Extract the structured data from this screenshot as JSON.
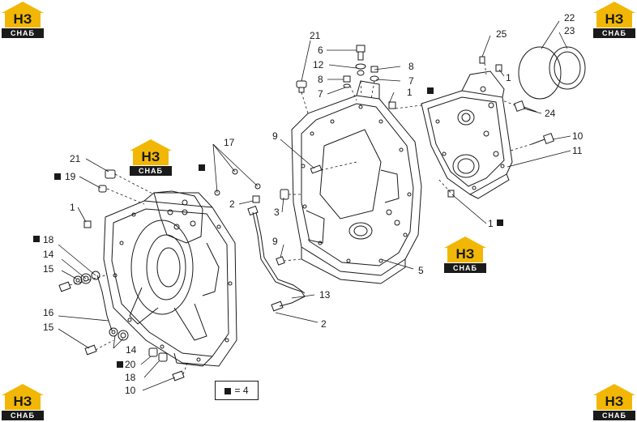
{
  "brand": {
    "logo_top": "НЗ",
    "logo_bottom": "СНАБ"
  },
  "legend": {
    "text": "= 4"
  },
  "callouts": [
    {
      "id": "c21a",
      "label": "21"
    },
    {
      "id": "c6",
      "label": "6"
    },
    {
      "id": "c12",
      "label": "12"
    },
    {
      "id": "c8a",
      "label": "8"
    },
    {
      "id": "c7a",
      "label": "7"
    },
    {
      "id": "c8b",
      "label": "8"
    },
    {
      "id": "c7b",
      "label": "7"
    },
    {
      "id": "c1a",
      "label": "1"
    },
    {
      "id": "c25",
      "label": "25"
    },
    {
      "id": "c1b",
      "label": "1"
    },
    {
      "id": "c22",
      "label": "22"
    },
    {
      "id": "c23",
      "label": "23"
    },
    {
      "id": "c24",
      "label": "24"
    },
    {
      "id": "c10a",
      "label": "10"
    },
    {
      "id": "c11",
      "label": "11"
    },
    {
      "id": "c17",
      "label": "17"
    },
    {
      "id": "c9a",
      "label": "9"
    },
    {
      "id": "c21b",
      "label": "21"
    },
    {
      "id": "c19",
      "label": "19"
    },
    {
      "id": "c1c",
      "label": "1"
    },
    {
      "id": "c2a",
      "label": "2"
    },
    {
      "id": "c3",
      "label": "3"
    },
    {
      "id": "c1d",
      "label": "1"
    },
    {
      "id": "c18a",
      "label": "18"
    },
    {
      "id": "c14a",
      "label": "14"
    },
    {
      "id": "c15a",
      "label": "15"
    },
    {
      "id": "c9b",
      "label": "9"
    },
    {
      "id": "c5",
      "label": "5"
    },
    {
      "id": "c13",
      "label": "13"
    },
    {
      "id": "c16",
      "label": "16"
    },
    {
      "id": "c15b",
      "label": "15"
    },
    {
      "id": "c2b",
      "label": "2"
    },
    {
      "id": "c14b",
      "label": "14"
    },
    {
      "id": "c20",
      "label": "20"
    },
    {
      "id": "c18b",
      "label": "18"
    },
    {
      "id": "c10b",
      "label": "10"
    }
  ]
}
